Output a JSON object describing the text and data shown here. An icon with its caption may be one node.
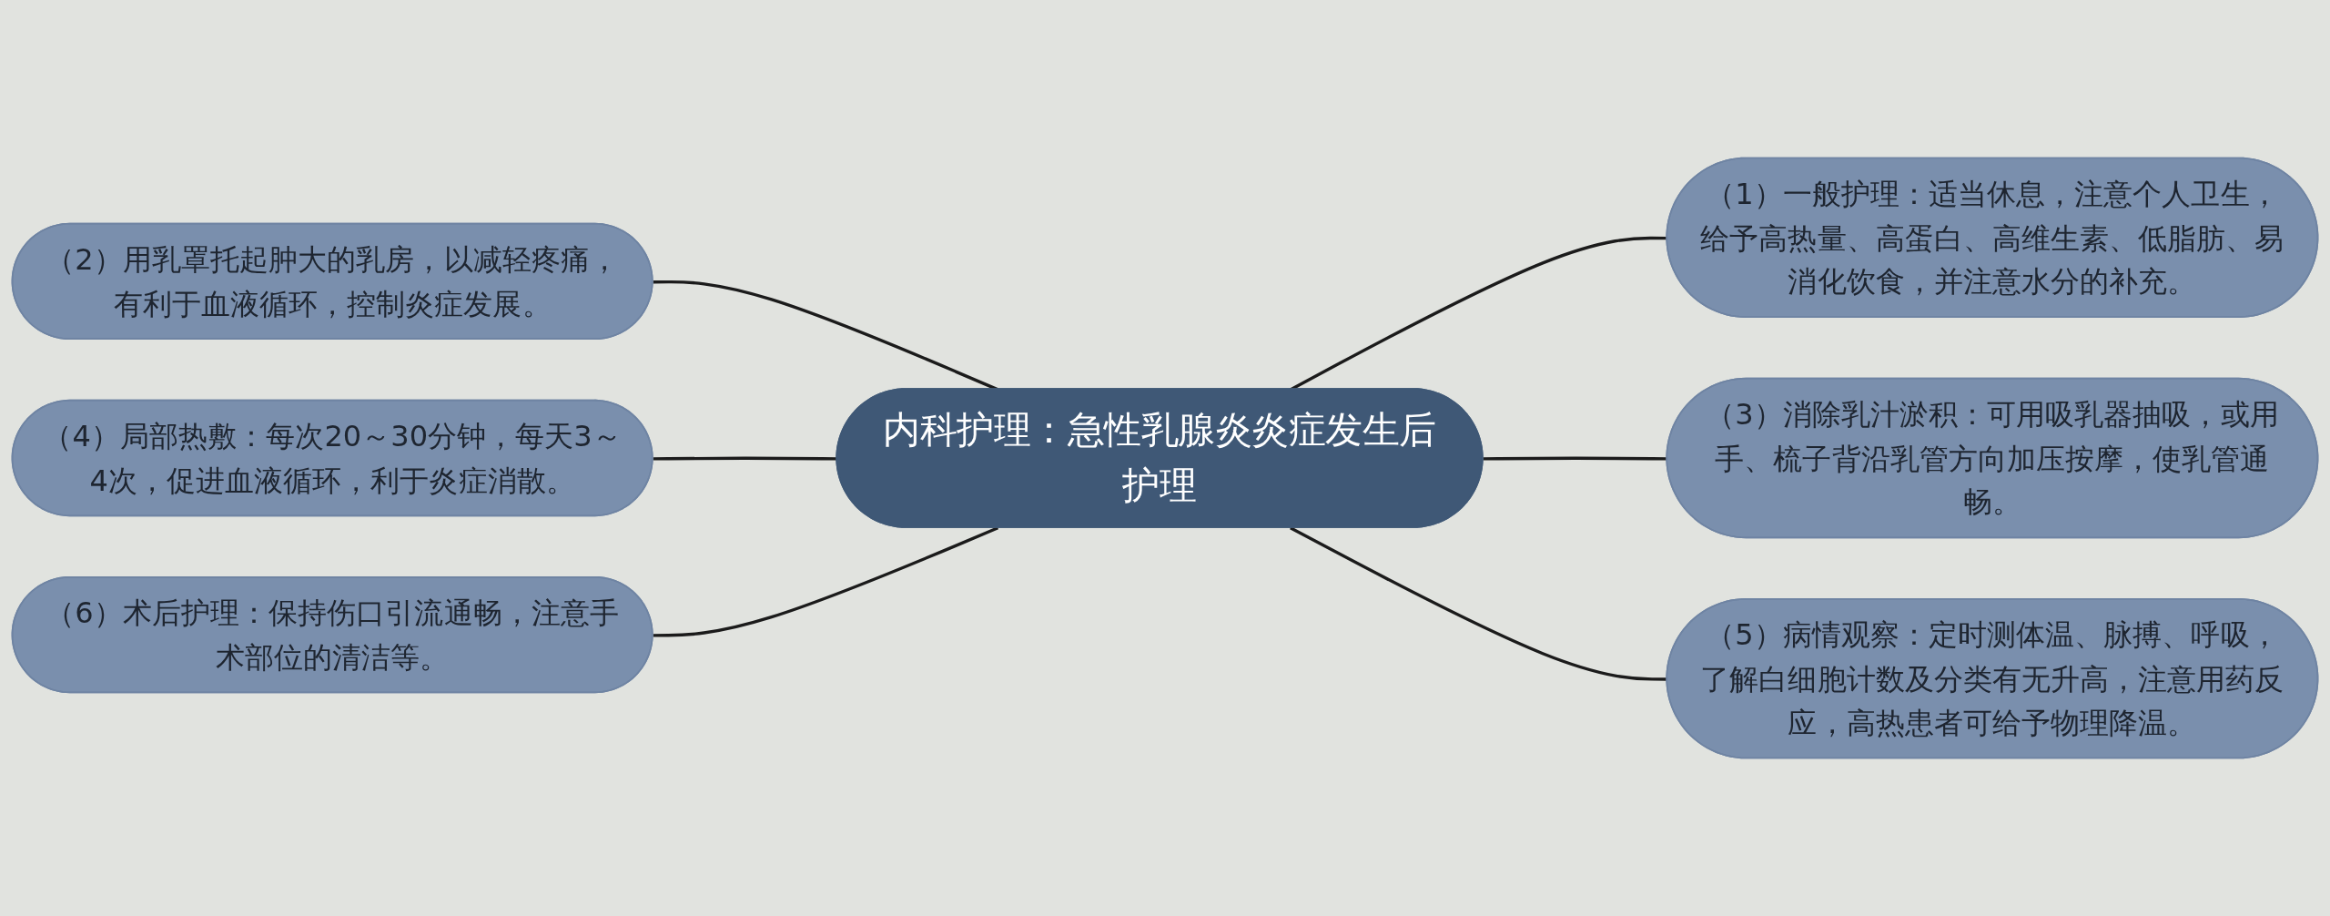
{
  "diagram": {
    "nodes": [
      {
        "text": [
          "内科护理：急性乳腺炎炎症发生后护理"
        ]
      },
      {
        "text": [
          "（1）一般护理：适当休息，注意个人卫生，给予高热量、高蛋白、高维生素、低脂肪、易消化饮食，并注意水分的补充。"
        ]
      },
      {
        "text": [
          "（2）用乳罩托起肿大的乳房，以减轻疼痛，有利于血液循环，控制炎症发展。"
        ]
      },
      {
        "text": [
          "（3）消除乳汁淤积：可用吸乳器抽吸，或用手、梳子背沿乳管方向加压按摩，使乳管通畅。"
        ]
      },
      {
        "text": [
          "（4）局部热敷：每次20～30分钟，每天3～4次，促进血液循环，利于炎症消散。"
        ]
      },
      {
        "text": [
          "（5）病情观察：定时测体温、脉搏、呼吸，了解白细胞计数及分类有无升高，注意用药反应，高热患者可给予物理降温。"
        ]
      },
      {
        "text": [
          "（6）术后护理：保持伤口引流通畅，注意手术部位的清洁等。"
        ]
      }
    ],
    "edges": [
      {
        "from": 0,
        "to": 1,
        "arrow": "none"
      },
      {
        "from": 2,
        "to": 0,
        "arrow": "none"
      },
      {
        "from": 0,
        "to": 3,
        "arrow": "none"
      },
      {
        "from": 4,
        "to": 0,
        "arrow": "none"
      },
      {
        "from": 0,
        "to": 5,
        "arrow": "none"
      },
      {
        "from": 6,
        "to": 0,
        "arrow": "none"
      }
    ]
  }
}
